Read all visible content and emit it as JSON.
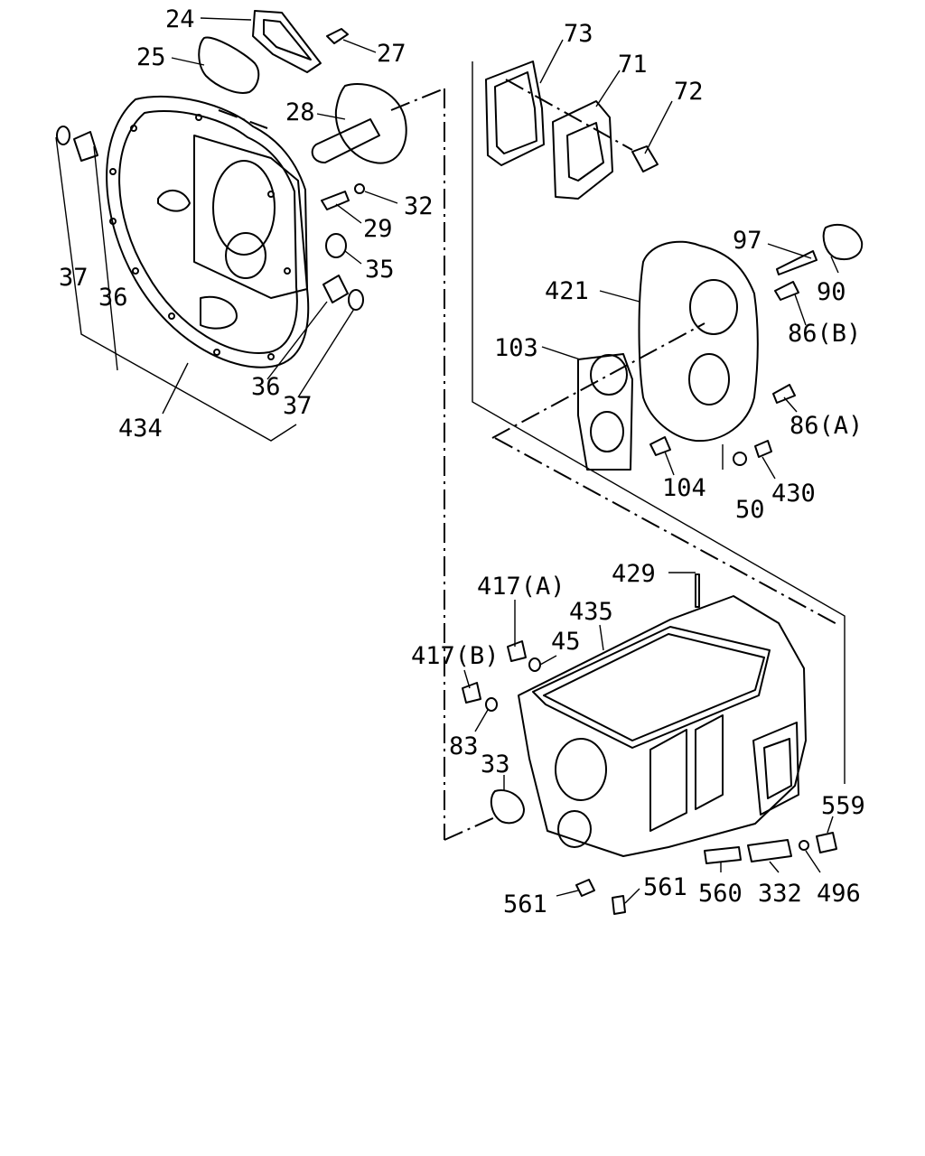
{
  "callouts": {
    "c24": "24",
    "c25": "25",
    "c27": "27",
    "c28": "28",
    "c29": "29",
    "c32": "32",
    "c35": "35",
    "c36a": "36",
    "c36b": "36",
    "c37a": "37",
    "c37b": "37",
    "c434": "434",
    "c73": "73",
    "c71": "71",
    "c72": "72",
    "c97": "97",
    "c90": "90",
    "c421": "421",
    "c86b": "86(B)",
    "c103": "103",
    "c86a": "86(A)",
    "c104": "104",
    "c50": "50",
    "c430": "430",
    "c429": "429",
    "c417a": "417(A)",
    "c435": "435",
    "c45": "45",
    "c417b": "417(B)",
    "c83": "83",
    "c33": "33",
    "c559": "559",
    "c561a": "561",
    "c561b": "561",
    "c560": "560",
    "c332": "332",
    "c496": "496"
  }
}
